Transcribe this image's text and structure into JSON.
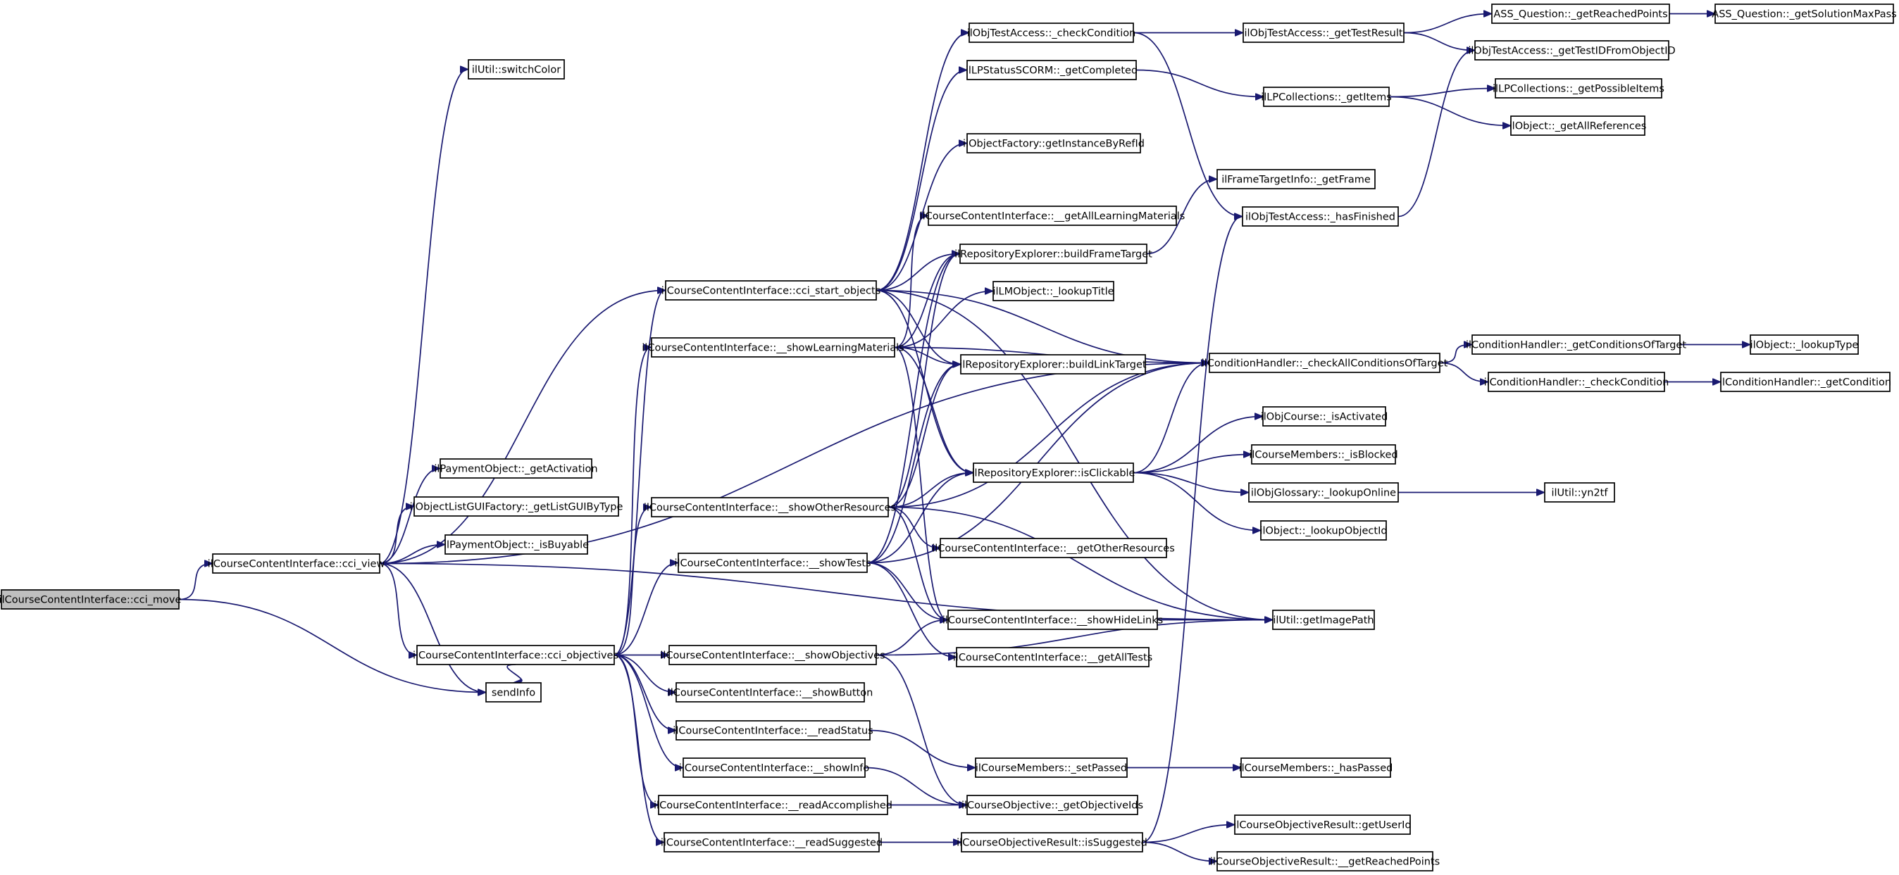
{
  "colors": {
    "edge": "#191970",
    "root_fill": "#bfbfbf",
    "node_fill": "#ffffff",
    "node_border": "#000000"
  },
  "root": "ilCourseContentInterface::cci_move",
  "nodes": {
    "cci_move": "ilCourseContentInterface::cci_move",
    "cci_view": "ilCourseContentInterface::cci_view",
    "switchColor": "ilUtil::switchColor",
    "getActivation": "ilPaymentObject::_getActivation",
    "getListGUIByType": "ilObjectListGUIFactory::_getListGUIByType",
    "isBuyable": "ilPaymentObject::_isBuyable",
    "cci_objectives": "ilCourseContentInterface::cci_objectives",
    "sendInfo": "sendInfo",
    "cci_start_objects": "ilCourseContentInterface::cci_start_objects",
    "showLearningMaterials": "ilCourseContentInterface::__showLearningMaterials",
    "showOtherResources": "ilCourseContentInterface::__showOtherResources",
    "showTests": "ilCourseContentInterface::__showTests",
    "showObjectives": "ilCourseContentInterface::__showObjectives",
    "showButton": "ilCourseContentInterface::__showButton",
    "readStatus": "ilCourseContentInterface::__readStatus",
    "showInfo": "ilCourseContentInterface::__showInfo",
    "readAccomplished": "ilCourseContentInterface::__readAccomplished",
    "readSuggested": "ilCourseContentInterface::__readSuggested",
    "checkCondition": "ilObjTestAccess::_checkCondition",
    "getCompleted": "ilLPStatusSCORM::_getCompleted",
    "getInstanceByRefId": "ilObjectFactory::getInstanceByRefId",
    "getAllLearningMaterials": "ilCourseContentInterface::__getAllLearningMaterials",
    "buildFrameTarget": "ilRepositoryExplorer::buildFrameTarget",
    "lookupTitle": "ilLMObject::_lookupTitle",
    "buildLinkTarget": "ilRepositoryExplorer::buildLinkTarget",
    "isClickable": "ilRepositoryExplorer::isClickable",
    "getOtherResources": "ilCourseContentInterface::__getOtherResources",
    "showHideLinks": "ilCourseContentInterface::__showHideLinks",
    "getAllTests": "ilCourseContentInterface::__getAllTests",
    "setPassed": "ilCourseMembers::_setPassed",
    "getObjectiveIds": "ilCourseObjective::_getObjectiveIds",
    "isSuggested": "ilCourseObjectiveResult::isSuggested",
    "getTestResult": "ilObjTestAccess::_getTestResult",
    "getItems": "ilLPCollections::_getItems",
    "getFrame": "ilFrameTargetInfo::_getFrame",
    "hasFinished": "ilObjTestAccess::_hasFinished",
    "checkAllConditionsOfTarget": "ilConditionHandler::_checkAllConditionsOfTarget",
    "isActivated": "ilObjCourse::_isActivated",
    "isBlocked": "ilCourseMembers::_isBlocked",
    "lookupOnline": "ilObjGlossary::_lookupOnline",
    "lookupObjectId": "ilObject::_lookupObjectId",
    "getImagePath": "ilUtil::getImagePath",
    "hasPassed": "ilCourseMembers::_hasPassed",
    "getUserId": "ilCourseObjectiveResult::getUserId",
    "getReachedPointsCOR": "ilCourseObjectiveResult::__getReachedPoints",
    "getReachedPointsASS": "ASS_Question::_getReachedPoints",
    "getTestIDFromObjectID": "ilObjTestAccess::_getTestIDFromObjectID",
    "getPossibleItems": "ilLPCollections::_getPossibleItems",
    "getAllReferences": "ilObject::_getAllReferences",
    "getConditionsOfTarget": "ilConditionHandler::_getConditionsOfTarget",
    "checkConditionCH": "ilConditionHandler::_checkCondition",
    "yn2tf": "ilUtil::yn2tf",
    "getSolutionMaxPass": "ASS_Question::_getSolutionMaxPass",
    "lookupType": "ilObject::_lookupType",
    "getCondition": "ilConditionHandler::_getCondition"
  },
  "edges": [
    [
      "cci_move",
      "cci_view"
    ],
    [
      "cci_move",
      "sendInfo"
    ],
    [
      "cci_view",
      "switchColor"
    ],
    [
      "cci_view",
      "getActivation"
    ],
    [
      "cci_view",
      "getListGUIByType"
    ],
    [
      "cci_view",
      "isBuyable"
    ],
    [
      "cci_view",
      "cci_objectives"
    ],
    [
      "cci_view",
      "sendInfo"
    ],
    [
      "cci_view",
      "cci_start_objects"
    ],
    [
      "cci_view",
      "checkAllConditionsOfTarget"
    ],
    [
      "cci_view",
      "getImagePath"
    ],
    [
      "cci_objectives",
      "cci_start_objects"
    ],
    [
      "cci_objectives",
      "showLearningMaterials"
    ],
    [
      "cci_objectives",
      "showOtherResources"
    ],
    [
      "cci_objectives",
      "showTests"
    ],
    [
      "cci_objectives",
      "showObjectives"
    ],
    [
      "cci_objectives",
      "showButton"
    ],
    [
      "cci_objectives",
      "readStatus"
    ],
    [
      "cci_objectives",
      "showInfo"
    ],
    [
      "cci_objectives",
      "readAccomplished"
    ],
    [
      "cci_objectives",
      "readSuggested"
    ],
    [
      "cci_objectives",
      "sendInfo"
    ],
    [
      "cci_start_objects",
      "checkCondition"
    ],
    [
      "cci_start_objects",
      "getCompleted"
    ],
    [
      "cci_start_objects",
      "getInstanceByRefId"
    ],
    [
      "cci_start_objects",
      "buildFrameTarget"
    ],
    [
      "cci_start_objects",
      "buildLinkTarget"
    ],
    [
      "cci_start_objects",
      "isClickable"
    ],
    [
      "cci_start_objects",
      "checkAllConditionsOfTarget"
    ],
    [
      "cci_start_objects",
      "getImagePath"
    ],
    [
      "showLearningMaterials",
      "getAllLearningMaterials"
    ],
    [
      "showLearningMaterials",
      "buildFrameTarget"
    ],
    [
      "showLearningMaterials",
      "lookupTitle"
    ],
    [
      "showLearningMaterials",
      "buildLinkTarget"
    ],
    [
      "showLearningMaterials",
      "isClickable"
    ],
    [
      "showLearningMaterials",
      "checkAllConditionsOfTarget"
    ],
    [
      "showLearningMaterials",
      "showHideLinks"
    ],
    [
      "showOtherResources",
      "buildFrameTarget"
    ],
    [
      "showOtherResources",
      "buildLinkTarget"
    ],
    [
      "showOtherResources",
      "isClickable"
    ],
    [
      "showOtherResources",
      "getOtherResources"
    ],
    [
      "showOtherResources",
      "showHideLinks"
    ],
    [
      "showOtherResources",
      "checkAllConditionsOfTarget"
    ],
    [
      "showOtherResources",
      "getImagePath"
    ],
    [
      "showTests",
      "buildFrameTarget"
    ],
    [
      "showTests",
      "buildLinkTarget"
    ],
    [
      "showTests",
      "isClickable"
    ],
    [
      "showTests",
      "checkAllConditionsOfTarget"
    ],
    [
      "showTests",
      "showHideLinks"
    ],
    [
      "showTests",
      "getAllTests"
    ],
    [
      "showObjectives",
      "showHideLinks"
    ],
    [
      "showObjectives",
      "getObjectiveIds"
    ],
    [
      "showObjectives",
      "getImagePath"
    ],
    [
      "readStatus",
      "setPassed"
    ],
    [
      "showInfo",
      "getObjectiveIds"
    ],
    [
      "readAccomplished",
      "getObjectiveIds"
    ],
    [
      "readSuggested",
      "isSuggested"
    ],
    [
      "checkCondition",
      "getTestResult"
    ],
    [
      "checkCondition",
      "hasFinished"
    ],
    [
      "getCompleted",
      "getItems"
    ],
    [
      "buildFrameTarget",
      "getFrame"
    ],
    [
      "isClickable",
      "isActivated"
    ],
    [
      "isClickable",
      "isBlocked"
    ],
    [
      "isClickable",
      "lookupOnline"
    ],
    [
      "isClickable",
      "lookupObjectId"
    ],
    [
      "isClickable",
      "checkAllConditionsOfTarget"
    ],
    [
      "showHideLinks",
      "getImagePath"
    ],
    [
      "setPassed",
      "hasPassed"
    ],
    [
      "isSuggested",
      "getUserId"
    ],
    [
      "isSuggested",
      "getReachedPointsCOR"
    ],
    [
      "isSuggested",
      "hasFinished"
    ],
    [
      "getTestResult",
      "getReachedPointsASS"
    ],
    [
      "getTestResult",
      "getTestIDFromObjectID"
    ],
    [
      "getReachedPointsASS",
      "getSolutionMaxPass"
    ],
    [
      "getItems",
      "getPossibleItems"
    ],
    [
      "getItems",
      "getAllReferences"
    ],
    [
      "hasFinished",
      "getTestIDFromObjectID"
    ],
    [
      "checkAllConditionsOfTarget",
      "getConditionsOfTarget"
    ],
    [
      "checkAllConditionsOfTarget",
      "checkConditionCH"
    ],
    [
      "getConditionsOfTarget",
      "lookupType"
    ],
    [
      "checkConditionCH",
      "getCondition"
    ],
    [
      "lookupOnline",
      "yn2tf"
    ]
  ]
}
